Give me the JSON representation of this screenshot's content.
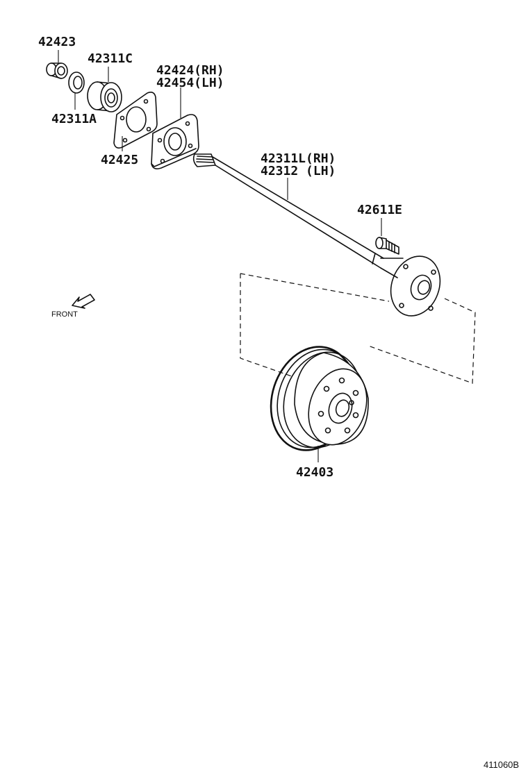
{
  "labels": {
    "p42423": "42423",
    "p42311c": "42311C",
    "p42311a": "42311A",
    "p42424": "42424(RH)",
    "p42454": "42454(LH)",
    "p42425": "42425",
    "p42311l": "42311L(RH)",
    "p42312": "42312  (LH)",
    "p42611e": "42611E",
    "p42403": "42403"
  },
  "front_label": "FRONT",
  "diagram_code": "411060B"
}
